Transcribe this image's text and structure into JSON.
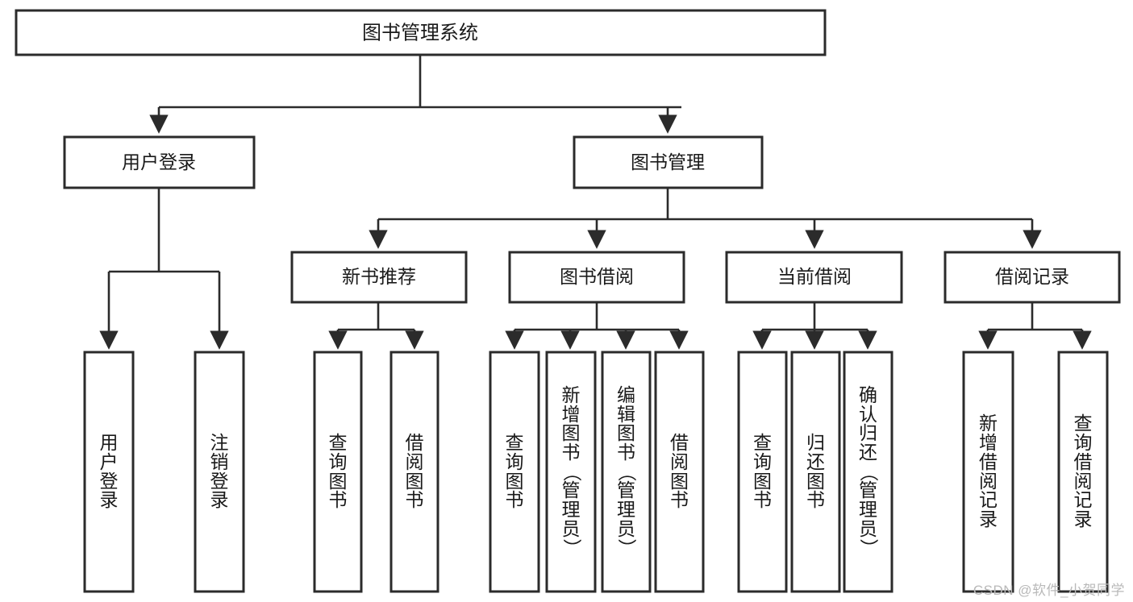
{
  "diagram": {
    "type": "tree",
    "title": "图书管理系统",
    "root": {
      "label": "图书管理系统"
    },
    "level1": [
      {
        "label": "用户登录"
      },
      {
        "label": "图书管理"
      }
    ],
    "level2": [
      {
        "label": "新书推荐"
      },
      {
        "label": "图书借阅"
      },
      {
        "label": "当前借阅"
      },
      {
        "label": "借阅记录"
      }
    ],
    "leaves": {
      "user_login": [
        {
          "label": "用户登录"
        },
        {
          "label": "注销登录"
        }
      ],
      "new_book": [
        {
          "label": "查询图书"
        },
        {
          "label": "借阅图书"
        }
      ],
      "book_borrow": [
        {
          "label": "查询图书"
        },
        {
          "label": "新增图书（管理员）"
        },
        {
          "label": "编辑图书（管理员）"
        },
        {
          "label": "借阅图书"
        }
      ],
      "current_borrow": [
        {
          "label": "查询图书"
        },
        {
          "label": "归还图书"
        },
        {
          "label": "确认归还（管理员）"
        }
      ],
      "borrow_record": [
        {
          "label": "新增借阅记录"
        },
        {
          "label": "查询借阅记录"
        }
      ]
    }
  },
  "watermark": {
    "text": "CSDN @软件_小贺同学"
  },
  "colors": {
    "box_stroke": "#2b2b2b",
    "box_fill": "#ffffff",
    "text": "#1a1a1a",
    "watermark": "#b9b9b9",
    "background": "#ffffff"
  }
}
